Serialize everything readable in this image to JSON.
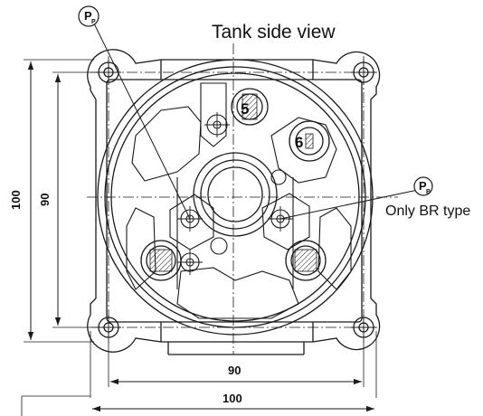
{
  "diagram": {
    "title": "Tank side view",
    "note": "Only BR type",
    "ports": [
      {
        "letter": "P",
        "sub": "P"
      },
      {
        "letter": "P",
        "sub": "B"
      },
      {
        "number": "5"
      },
      {
        "number": "6"
      }
    ],
    "dimensions": {
      "horizontal_inner": "90",
      "horizontal_outer": "100",
      "vertical_inner": "90",
      "vertical_outer": "100"
    },
    "colors": {
      "line": "#1a1a1a",
      "background": "#ffffff"
    }
  }
}
